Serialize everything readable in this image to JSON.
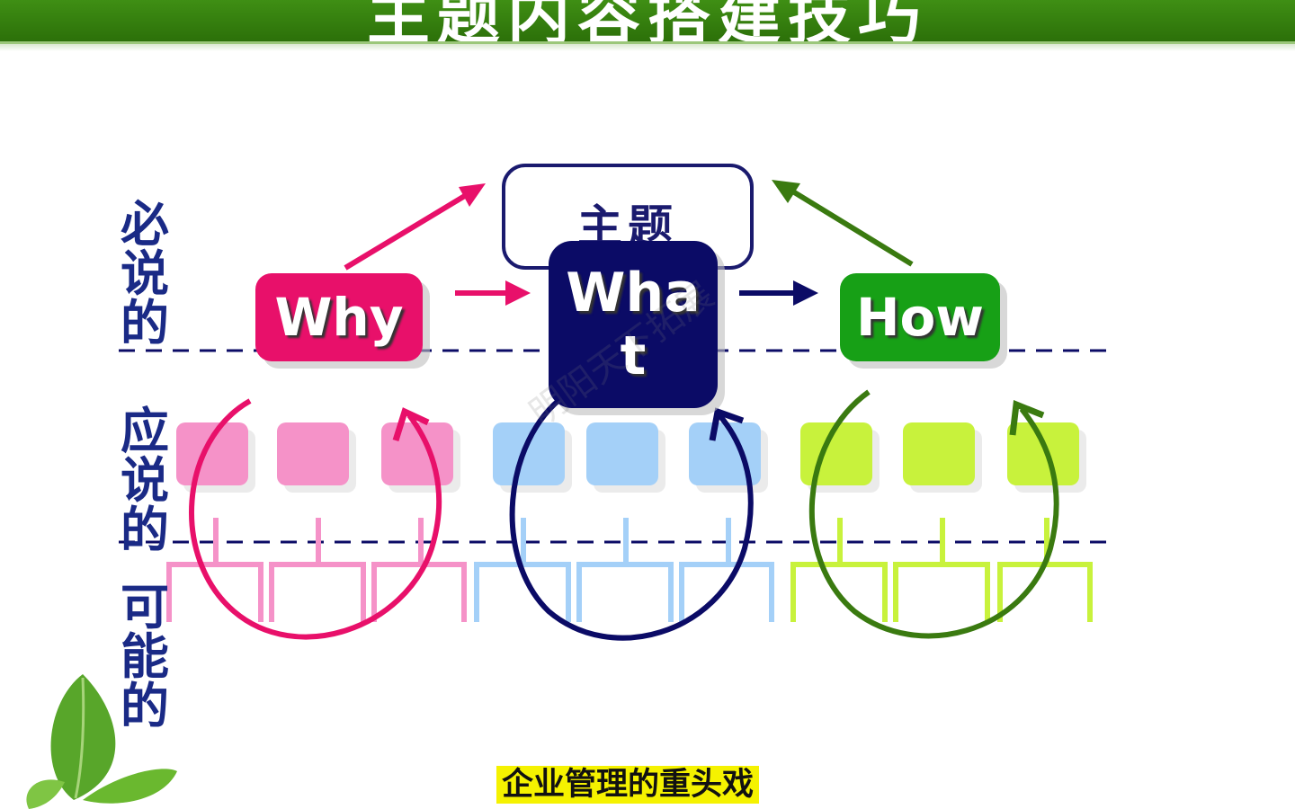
{
  "header": {
    "title": "主题内容搭建技巧"
  },
  "topic": {
    "label": "主题"
  },
  "nodes": {
    "why": "Why",
    "what": "What",
    "how": "How"
  },
  "row_labels": {
    "must": "必说的",
    "should": "应说的",
    "may": "可能的"
  },
  "watermark": "明阳天下拓展",
  "caption": "企业管理的重头戏",
  "colors": {
    "header_green": "#3f8f14",
    "why": "#e8106a",
    "what": "#0b0b66",
    "how": "#17a016",
    "why_light": "#f592c8",
    "what_light": "#a4d0f8",
    "how_light": "#c8f23c",
    "label_blue": "#1a2a86",
    "caption_bg": "#f5f200"
  }
}
